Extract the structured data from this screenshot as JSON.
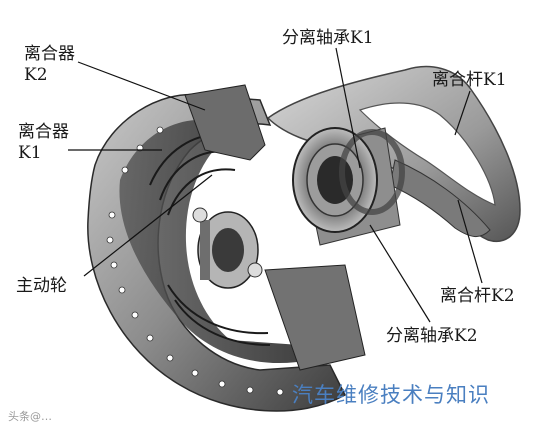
{
  "labels": {
    "clutch_k2": {
      "line1": "离合器",
      "line2": "K2"
    },
    "clutch_k1": {
      "line1": "离合器",
      "line2": "K1"
    },
    "drive_wheel": "主动轮",
    "release_bearing_k1": "分离轴承K1",
    "release_lever_k1": "离合杆K1",
    "release_lever_k2": "离合杆K2",
    "release_bearing_k2": "分离轴承K2"
  },
  "watermark": "汽车维修技术与知识",
  "source_mark": "头条@…"
}
